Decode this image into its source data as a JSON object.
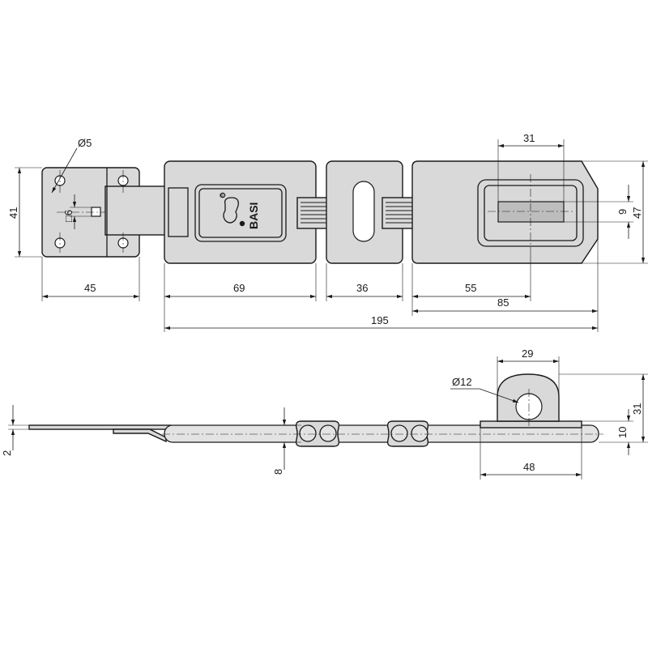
{
  "brand": {
    "name": "BASI",
    "registered_mark": "®"
  },
  "top_view": {
    "dimensions": {
      "hole_diameter": "Ø5",
      "square_hole": "□6",
      "hasp_plate_height": "41",
      "hasp_plate_width": "45",
      "segment_1_length": "69",
      "segment_2_length": "36",
      "slot_offset": "55",
      "slot_width": "31",
      "segment_3_length": "85",
      "slot_height": "9",
      "total_height": "47",
      "total_length": "195"
    }
  },
  "side_view": {
    "dimensions": {
      "plate_thickness": "2",
      "strap_thickness": "8",
      "staple_width": "29",
      "staple_hole_diameter": "Ø12",
      "staple_height": "31",
      "base_height": "10",
      "base_width": "48"
    }
  }
}
